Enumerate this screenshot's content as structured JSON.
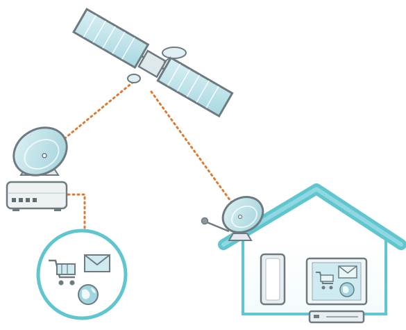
{
  "diagram": {
    "nodes": [
      {
        "id": "satellite",
        "icon": "satellite-icon"
      },
      {
        "id": "ground-station",
        "icon": "dish-modem-icon"
      },
      {
        "id": "office-services",
        "icon": "cart-mail-globe-icon"
      },
      {
        "id": "house",
        "icon": "house-icon"
      }
    ],
    "links": [
      {
        "from": "satellite",
        "to": "ground-station"
      },
      {
        "from": "satellite",
        "to": "house-dish"
      },
      {
        "from": "ground-station",
        "to": "office-services"
      },
      {
        "from": "house-receiver",
        "to": "house-computer"
      }
    ],
    "colors": {
      "accent": "#5fc5cf",
      "panel": "#bfe3ea",
      "link": "#e0782f",
      "device": "#e9eef0",
      "outline": "#6d7a80"
    }
  }
}
